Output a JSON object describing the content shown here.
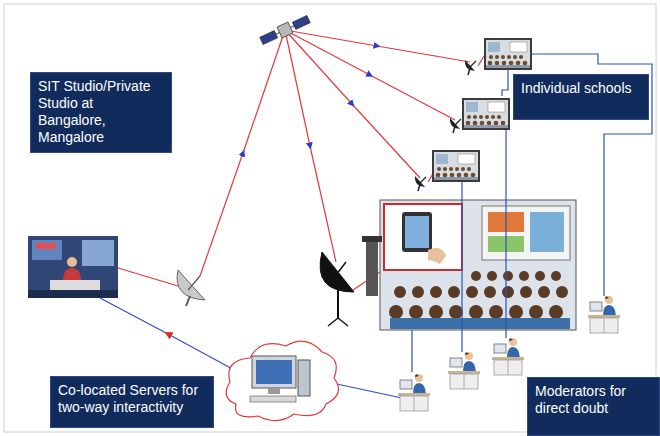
{
  "diagram": {
    "nodes": [
      {
        "text": [
          "SIT Studio/Private Studio at Bangalore, Mangalore"
        ]
      },
      {
        "text": [
          "Co-located Servers for two-way interactivity"
        ]
      },
      {
        "text": [
          "Individual schools"
        ]
      },
      {
        "text": [
          "Moderators for direct doubt"
        ]
      }
    ]
  }
}
